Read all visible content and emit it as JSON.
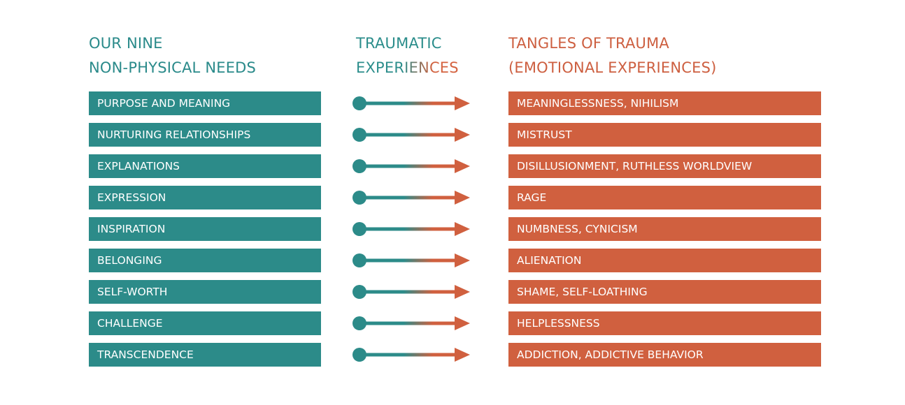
{
  "headings": {
    "needs_line1": "OUR NINE",
    "needs_line2": "NON-PHYSICAL NEEDS",
    "experiences_line1": "TRAUMATIC",
    "experiences_line2": "EXPERIENCES",
    "trauma_line1": "TANGLES OF TRAUMA",
    "trauma_line2": "(EMOTIONAL EXPERIENCES)"
  },
  "colors": {
    "teal": "#2c8b89",
    "coral": "#d0603f"
  },
  "rows": [
    {
      "need": "PURPOSE AND MEANING",
      "trauma": "MEANINGLESSNESS, NIHILISM"
    },
    {
      "need": "NURTURING RELATIONSHIPS",
      "trauma": "MISTRUST"
    },
    {
      "need": "EXPLANATIONS",
      "trauma": "DISILLUSIONMENT, RUTHLESS WORLDVIEW"
    },
    {
      "need": "EXPRESSION",
      "trauma": "RAGE"
    },
    {
      "need": "INSPIRATION",
      "trauma": "NUMBNESS, CYNICISM"
    },
    {
      "need": "BELONGING",
      "trauma": "ALIENATION"
    },
    {
      "need": "SELF-WORTH",
      "trauma": "SHAME, SELF-LOATHING"
    },
    {
      "need": "CHALLENGE",
      "trauma": "HELPLESSNESS"
    },
    {
      "need": "TRANSCENDENCE",
      "trauma": "ADDICTION, ADDICTIVE BEHAVIOR"
    }
  ]
}
